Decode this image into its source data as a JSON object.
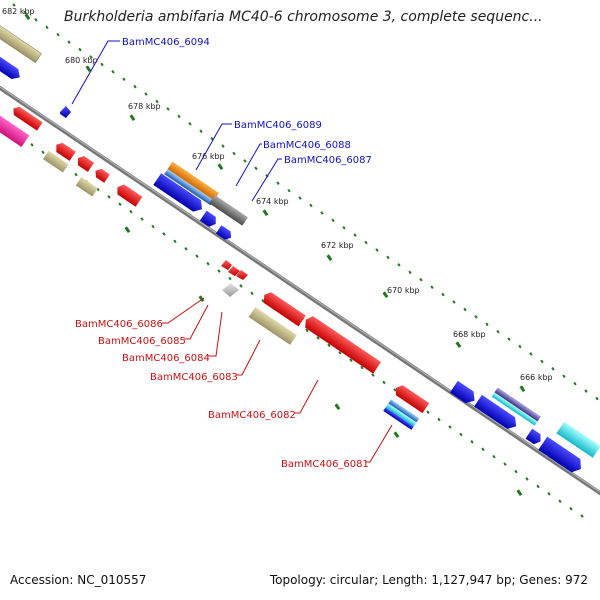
{
  "title": "Burkholderia ambifaria MC40-6 chromosome 3, complete sequenc...",
  "footer": {
    "accession": "Accession: NC_010557",
    "summary": "Topology: circular; Length: 1,127,947 bp; Genes: 972"
  },
  "colors": {
    "backbone": "#7a7a7a",
    "tick": "#1f7a1f",
    "label_blue": "#1111cc",
    "label_red": "#cc1111"
  },
  "ticks": [
    "682 kbp",
    "680 kbp",
    "678 kbp",
    "676 kbp",
    "674 kbp",
    "672 kbp",
    "670 kbp",
    "668 kbp",
    "666 kbp"
  ],
  "gene_labels_top": [
    "BamMC406_6094",
    "BamMC406_6089",
    "BamMC406_6088",
    "BamMC406_6087"
  ],
  "gene_labels_bottom": [
    "BamMC406_6086",
    "BamMC406_6085",
    "BamMC406_6084",
    "BamMC406_6083",
    "BamMC406_6082",
    "BamMC406_6081"
  ]
}
